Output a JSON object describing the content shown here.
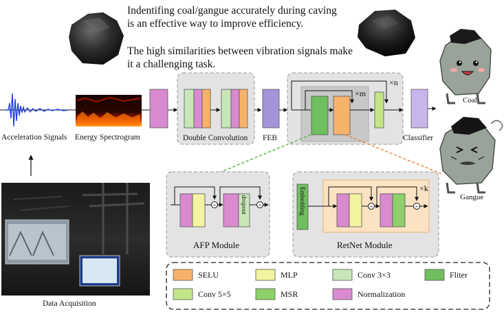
{
  "intro": {
    "line1": "Indentifing coal/gangue accurately during caving",
    "line2": "is an effective way to improve efficiency.",
    "line3": "The high similarities between vibration signals make",
    "line4": "it a challenging task."
  },
  "pipeline": {
    "acceleration_label": "Acceleration Signals",
    "spectrogram_label": "Energy Spectrogram",
    "double_conv_label": "Double Convolution",
    "feb_label": "FEB",
    "classifier_label": "Classifier",
    "repeat_m": "×m",
    "repeat_n": "×n",
    "data_acquisition_label": "Data Acquisition"
  },
  "outputs": {
    "coal_label": "Coal",
    "gangue_label": "Gangue"
  },
  "afp": {
    "title": "AFP Module",
    "dropout_label": "dropout"
  },
  "retnet": {
    "title": "RetNet Module",
    "embedding_label": "Embedding",
    "repeat_k": "×k"
  },
  "legend": {
    "items": [
      {
        "label": "SELU",
        "color": "#f7b26a"
      },
      {
        "label": "MLP",
        "color": "#f3f3a0"
      },
      {
        "label": "Conv 3×3",
        "color": "#c9e6b8"
      },
      {
        "label": "Fliter",
        "color": "#6fbf5f"
      },
      {
        "label": "Conv 5×5",
        "color": "#c3e58a"
      },
      {
        "label": "MSR",
        "color": "#8fd06a"
      },
      {
        "label": "Normalization",
        "color": "#d98ad0"
      }
    ]
  },
  "colors": {
    "normalization": "#d98ad0",
    "selu": "#f7b26a",
    "mlp": "#f3f3a0",
    "conv3": "#c9e6b8",
    "conv5": "#c3e58a",
    "filter": "#6fbf5f",
    "msr": "#8fd06a",
    "feb": "#a394d8",
    "classifier": "#c7b6ea",
    "panel_gray": "#e3e3e3",
    "retnet_orange": "#fbe2c2"
  }
}
